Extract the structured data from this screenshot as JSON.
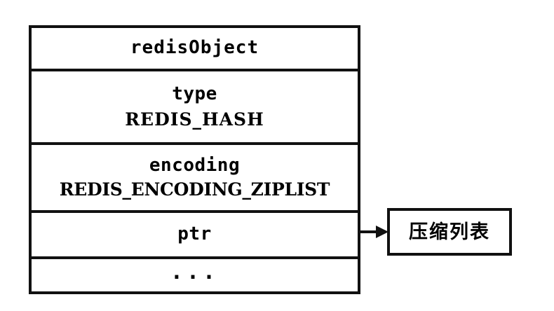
{
  "diagram": {
    "object_box": {
      "name": "redisObject",
      "rows": [
        {
          "id": "header",
          "title": "redisObject",
          "value": null
        },
        {
          "id": "type",
          "title": "type",
          "value": "REDIS_HASH"
        },
        {
          "id": "encoding",
          "title": "encoding",
          "value": "REDIS_ENCODING_ZIPLIST"
        },
        {
          "id": "ptr",
          "title": "ptr",
          "value": null
        },
        {
          "id": "more",
          "title": "...",
          "value": null
        }
      ]
    },
    "target_box": {
      "label": "压缩列表"
    },
    "connector": {
      "from": "ptr",
      "to": "target_box",
      "style": "solid-arrow-right"
    },
    "colors": {
      "line": "#111111",
      "background": "#ffffff",
      "text": "#000000"
    }
  }
}
